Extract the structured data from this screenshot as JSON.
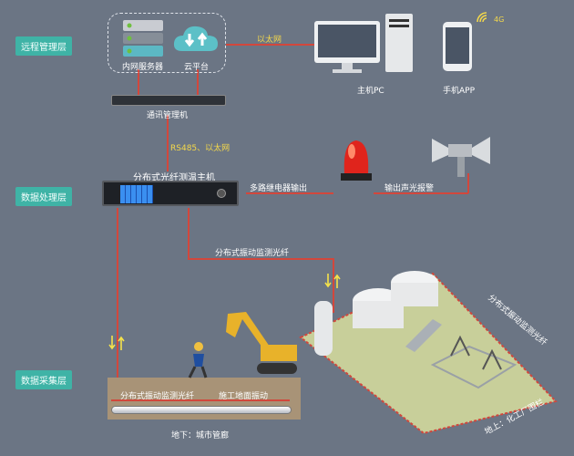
{
  "layers": {
    "remote": "远程管理层",
    "processing": "数据处理层",
    "collection": "数据采集层"
  },
  "remote": {
    "server": "内网服务器",
    "cloud": "云平台",
    "ethernet": "以太网",
    "pc": "主机PC",
    "app": "手机APP",
    "signal": "4G"
  },
  "comm": {
    "device": "通讯管理机",
    "link": "RS485、以太网"
  },
  "host": {
    "title": "分布式光纤测温主机",
    "relay": "多路继电器输出",
    "alarm": "输出声光报警"
  },
  "field": {
    "fiber_top": "分布式振动监测光纤",
    "fiber_under": "分布式振动监测光纤",
    "ground": "施工地面振动",
    "underground": "地下：城市管廊",
    "fiber_plant": "分布式振动监测光纤",
    "fence": "地上：化工厂围栏"
  },
  "colors": {
    "background": "#6b7584",
    "layer": "#3fb3a6",
    "line": "#d2473c",
    "link_text": "#f5d94a"
  }
}
